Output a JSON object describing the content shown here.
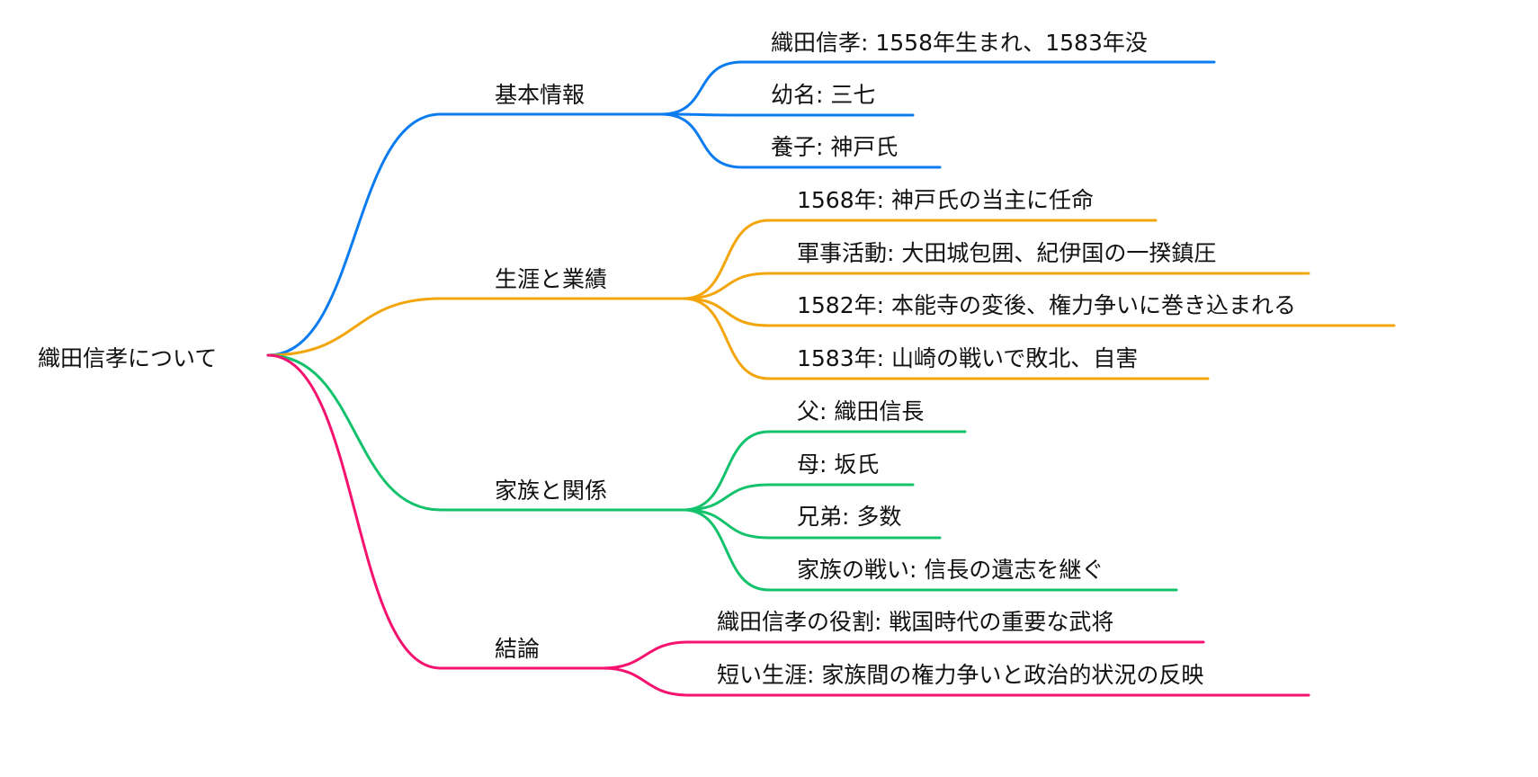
{
  "root": "織田信孝について",
  "colors": {
    "basic": "#0a7cf0",
    "career": "#f2a60c",
    "family": "#13c26b",
    "conclusion": "#f5136f"
  },
  "branches": [
    {
      "label": "基本情報",
      "children": [
        "織田信孝: 1558年生まれ、1583年没",
        "幼名: 三七",
        "養子: 神戸氏"
      ]
    },
    {
      "label": "生涯と業績",
      "children": [
        "1568年: 神戸氏の当主に任命",
        "軍事活動: 大田城包囲、紀伊国の一揆鎮圧",
        "1582年: 本能寺の変後、権力争いに巻き込まれる",
        "1583年: 山崎の戦いで敗北、自害"
      ]
    },
    {
      "label": "家族と関係",
      "children": [
        "父: 織田信長",
        "母: 坂氏",
        "兄弟: 多数",
        "家族の戦い: 信長の遺志を継ぐ"
      ]
    },
    {
      "label": "結論",
      "children": [
        "織田信孝の役割: 戦国時代の重要な武将",
        "短い生涯: 家族間の権力争いと政治的状況の反映"
      ]
    }
  ]
}
